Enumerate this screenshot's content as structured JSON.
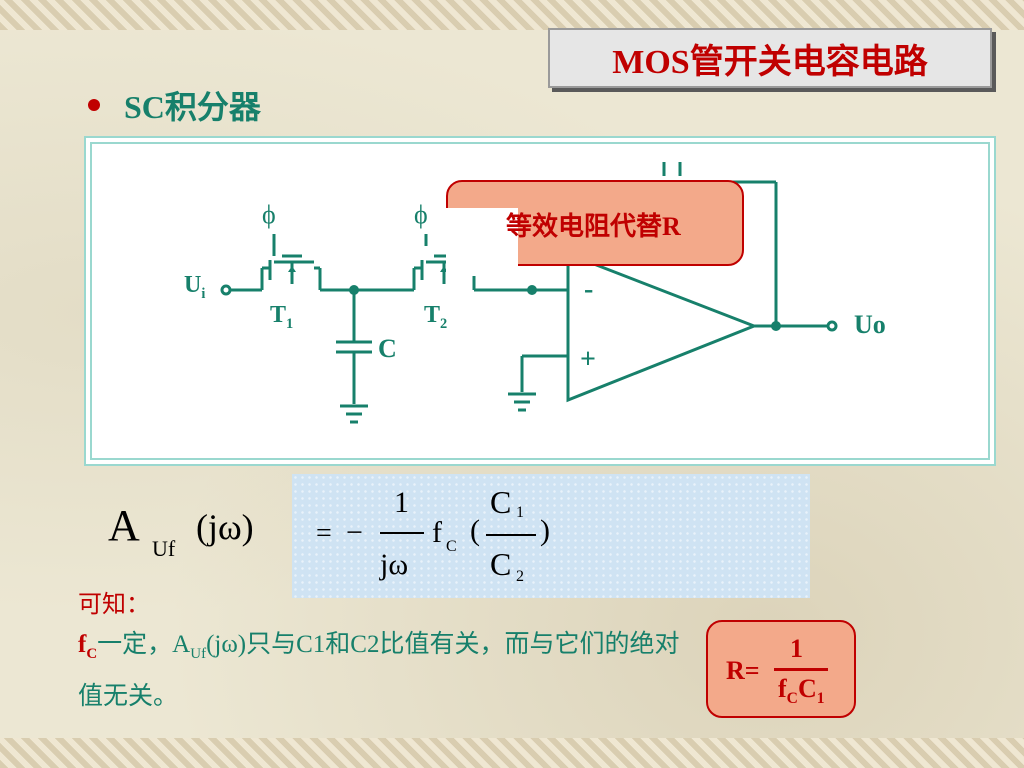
{
  "slide": {
    "title": "MOS管开关电容电路",
    "bullet": "SC积分器"
  },
  "circuit": {
    "phi1": "ϕ",
    "phi2": "ϕ",
    "input_label_main": "U",
    "input_label_sub": "i",
    "t1_main": "T",
    "t1_sub": "1",
    "t2_main": "T",
    "t2_sub": "2",
    "capacitor_label": "C",
    "output_label": "Uo",
    "opamp_minus": "-",
    "opamp_plus": "+"
  },
  "callout_top": {
    "text": "等效电阻代替R"
  },
  "formula": {
    "a": "A",
    "a_sub": "Uf",
    "arg": "(jω)",
    "eq": "=",
    "minus": "−",
    "one": "1",
    "jw": "jω",
    "f": "f",
    "f_sub": "C",
    "paren_open": "(",
    "paren_close": ")",
    "c_top": "C",
    "c_top_sub": "1",
    "c_bot": "C",
    "c_bot_sub": "2"
  },
  "notes": {
    "head": "可知：",
    "line1_f": "f",
    "line1_f_sub": "C",
    "line1_a": "一定，A",
    "line1_a_sub": "Uf",
    "line1_rest": "(jω)只与C1和C2比值有关，而与它们的绝对",
    "line2": "值无关。"
  },
  "callout_bottom": {
    "r": "R=",
    "numerator": "1",
    "den_f": "f",
    "den_f_sub": "C",
    "den_c": "C",
    "den_c_sub": "1"
  },
  "colors": {
    "title_red": "#c00000",
    "teal": "#17806b",
    "callout_fill": "#f3a98a"
  }
}
